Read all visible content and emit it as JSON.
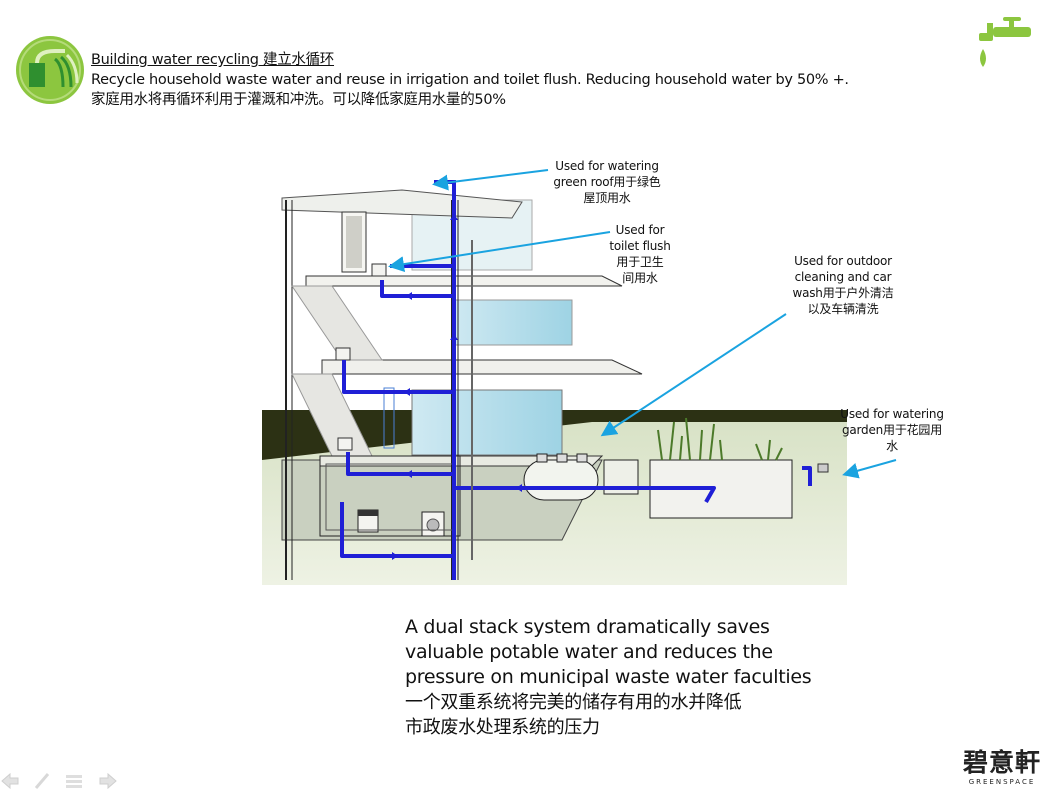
{
  "header": {
    "title": "Building water recycling 建立水循环",
    "description_en": "Recycle household waste water and reuse in irrigation and toilet flush. Reducing household water by 50% +.",
    "description_cn": "家庭用水将再循环利用于灌溉和冲洗。可以降低家庭用水量的50%"
  },
  "callouts": {
    "green_roof": [
      "Used for watering",
      "green roof用于绿色",
      "屋顶用水"
    ],
    "toilet_flush": [
      "Used for",
      "toilet flush",
      "用于卫生",
      "间用水"
    ],
    "outdoor": [
      "Used for outdoor",
      "cleaning and car",
      "wash用于户外清洁",
      "以及车辆清洗"
    ],
    "garden": [
      "Used for watering",
      "garden用于花园用",
      "水"
    ]
  },
  "summary": {
    "lines_en": [
      "A dual stack system dramatically saves",
      "valuable potable water and reduces the",
      "pressure on municipal waste water faculties"
    ],
    "lines_cn": [
      "一个双重系统将完美的储存有用的水并降低",
      "市政废水处理系统的压力"
    ]
  },
  "brand": {
    "name_cn": "碧意軒",
    "name_en": "GREENSPACE"
  },
  "colors": {
    "pipe_blue": "#1f1fd6",
    "arrow_blue": "#1aa3e0",
    "logo_green": "#8cc63f",
    "lawn": "#e4ecd8",
    "dark_backdrop": "#2c3114"
  },
  "icons": {
    "header_logo": "green-recycling-logo-icon",
    "tap": "water-tap-icon",
    "nav": [
      "prev-arrow-icon",
      "pen-icon",
      "menu-icon",
      "next-arrow-icon"
    ]
  }
}
